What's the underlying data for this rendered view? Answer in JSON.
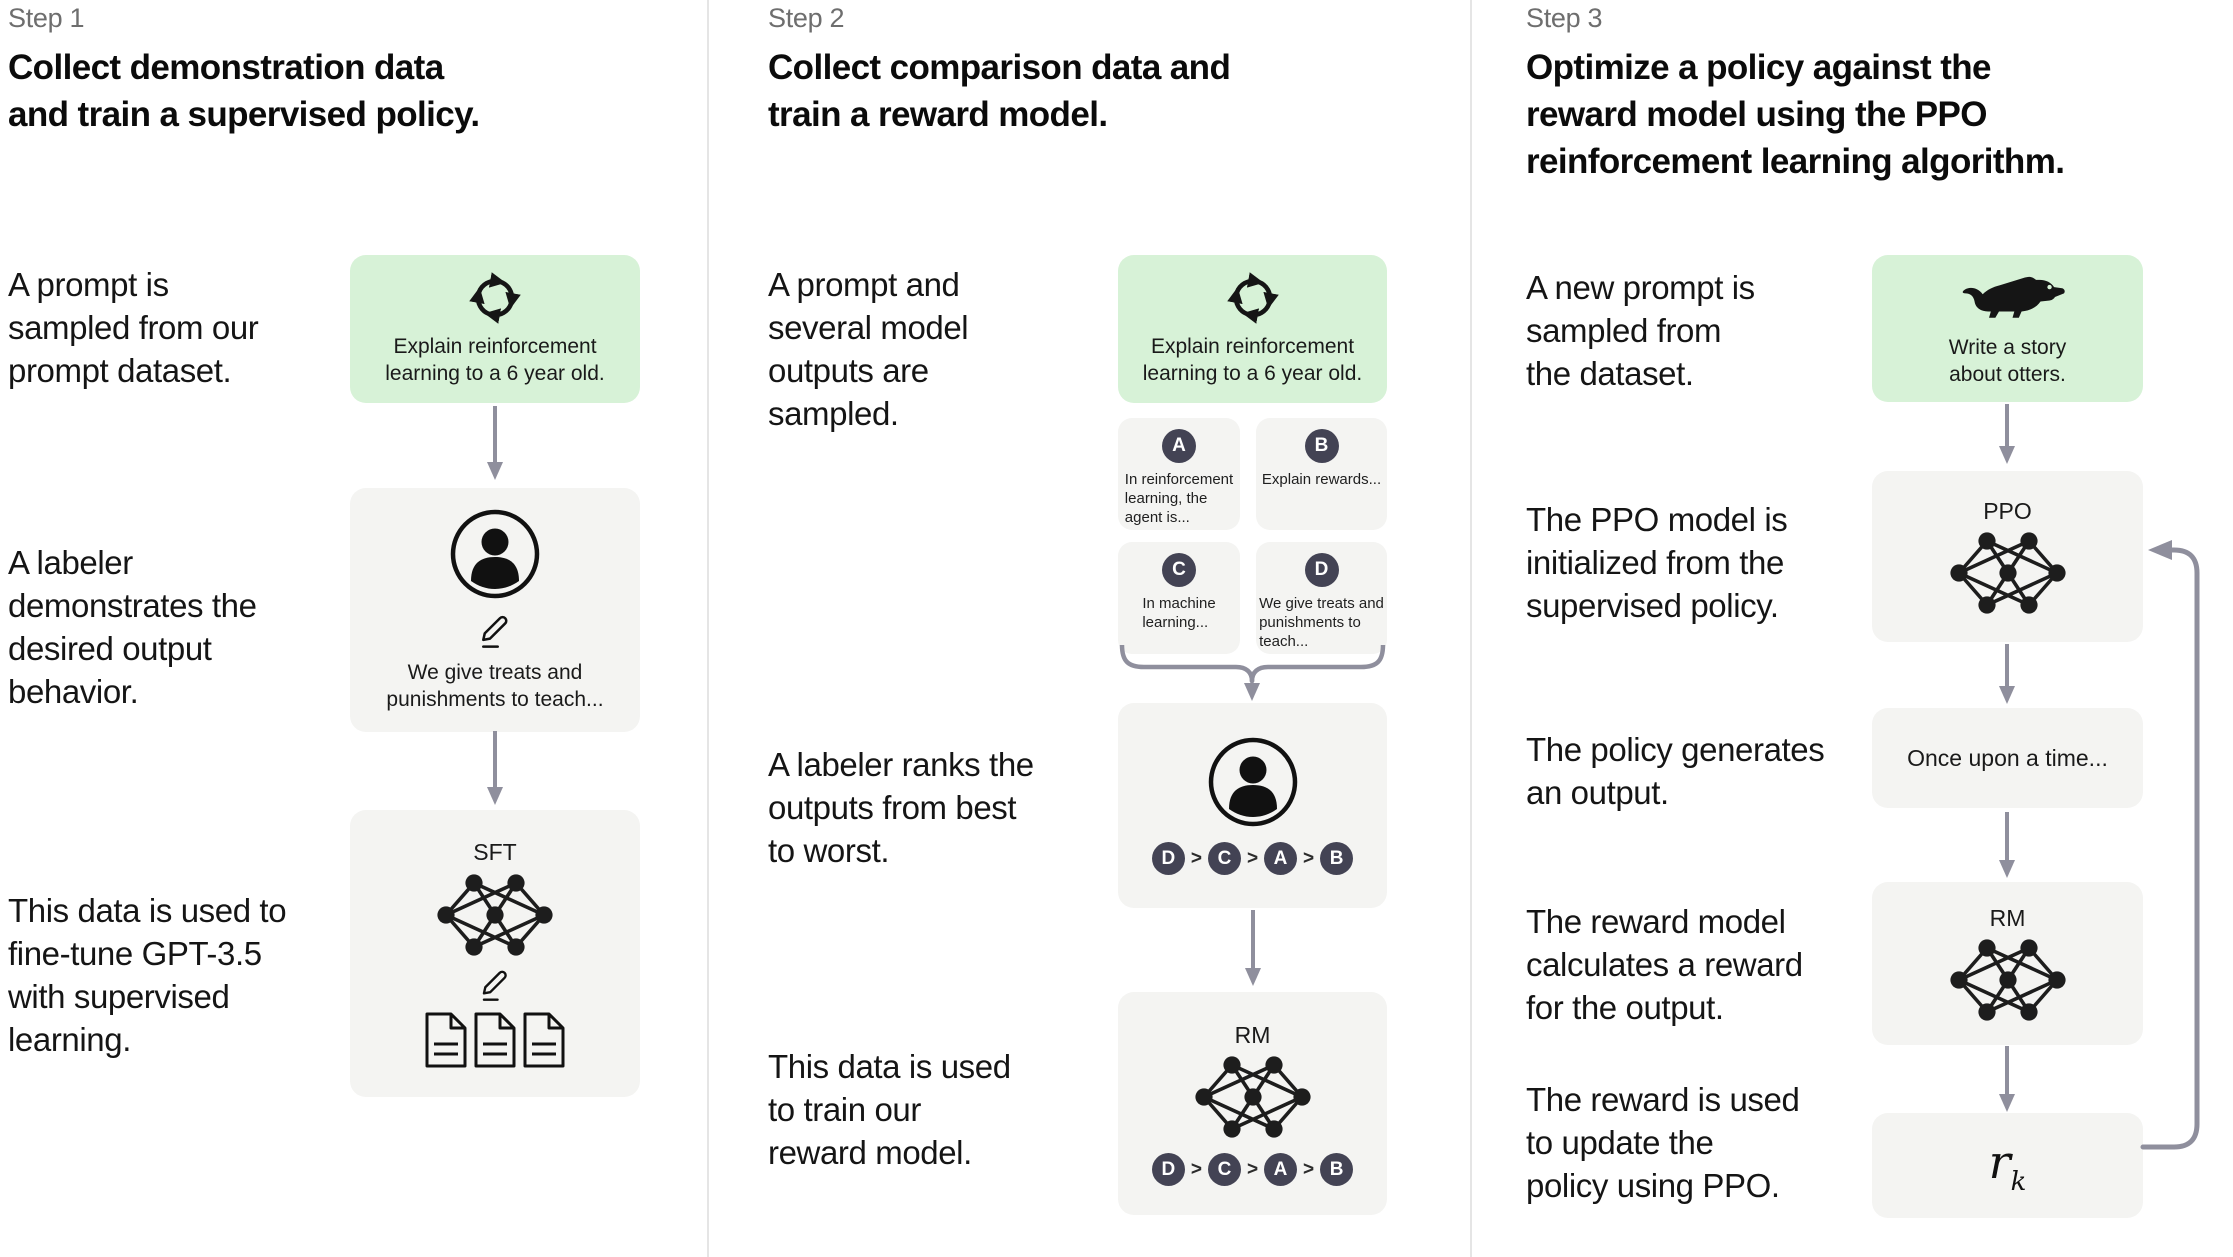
{
  "colors": {
    "prompt_box_green": "#d7f2d7",
    "panel_gray": "#f4f4f2",
    "badge_dark": "#434354",
    "arrow_gray": "#8f8f9d",
    "divider_gray": "#e5e5e5"
  },
  "step1": {
    "label": "Step 1",
    "title": "Collect demonstration data\nand train a supervised policy.",
    "captions": {
      "prompt": "A prompt is\nsampled from our\nprompt dataset.",
      "labeler": "A labeler\ndemonstrates the\ndesired output\nbehavior.",
      "finetune": "This data is used to\nfine-tune GPT-3.5\nwith supervised\nlearning."
    },
    "prompt_box": {
      "icon": "cycle-arrows-icon",
      "text": "Explain reinforcement\nlearning to a 6 year old."
    },
    "labeler_box": {
      "icon": "person-icon",
      "icon2": "pencil-icon",
      "text": "We give treats and\npunishments to teach..."
    },
    "sft_box": {
      "title": "SFT",
      "icon": "neural-network-icon",
      "icon2": "pencil-icon",
      "icon3": "documents-icon"
    }
  },
  "step2": {
    "label": "Step 2",
    "title": "Collect comparison data and\ntrain a reward model.",
    "captions": {
      "sampled": "A prompt and\nseveral model\noutputs are\nsampled.",
      "ranks": "A labeler ranks the\noutputs from best\nto worst.",
      "train": "This data is used\nto train our\nreward model."
    },
    "prompt_box": {
      "icon": "cycle-arrows-icon",
      "text": "Explain reinforcement\nlearning to a 6 year old."
    },
    "outputs": [
      {
        "letter": "A",
        "text": "In reinforcement\nlearning, the\nagent is..."
      },
      {
        "letter": "B",
        "text": "Explain rewards..."
      },
      {
        "letter": "C",
        "text": "In machine\nlearning..."
      },
      {
        "letter": "D",
        "text": "We give treats and\npunishments to\nteach..."
      }
    ],
    "ranking": {
      "order": [
        "D",
        "C",
        "A",
        "B"
      ],
      "separator": ">"
    },
    "rm_box": {
      "title": "RM",
      "icon": "neural-network-icon"
    }
  },
  "step3": {
    "label": "Step 3",
    "title": "Optimize a policy against the\nreward model using the PPO\nreinforcement learning algorithm.",
    "captions": {
      "new_prompt": "A new prompt is\nsampled from\nthe dataset.",
      "init": "The PPO model is\ninitialized from the\nsupervised policy.",
      "output": "The policy generates\nan output.",
      "reward": "The reward model\ncalculates a reward\nfor the output.",
      "update": "The reward is used\nto update the\npolicy using PPO."
    },
    "prompt_box": {
      "icon": "otter-icon",
      "text": "Write a story\nabout otters."
    },
    "ppo_box": {
      "title": "PPO",
      "icon": "neural-network-icon"
    },
    "output_box": {
      "text": "Once upon a time..."
    },
    "rm_box": {
      "title": "RM",
      "icon": "neural-network-icon"
    },
    "reward_box": {
      "symbol": "r",
      "subscript": "k"
    }
  }
}
